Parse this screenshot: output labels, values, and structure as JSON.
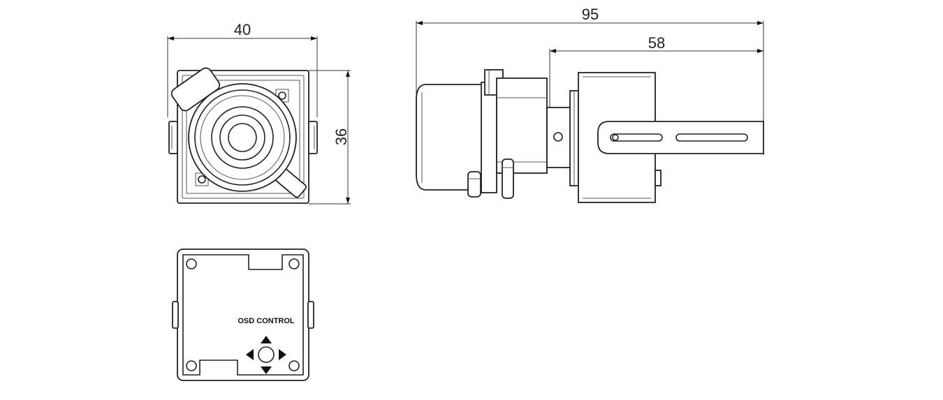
{
  "dimensions": {
    "front_width": "40",
    "front_height": "36",
    "side_total_length": "95",
    "side_body_length": "58"
  },
  "back_view": {
    "osd_label": "OSD CONTROL",
    "joystick_icons": [
      "arrow-up-icon",
      "arrow-down-icon",
      "arrow-left-icon",
      "arrow-right-icon",
      "center-button-icon"
    ]
  },
  "colors": {
    "line": "#222222",
    "background": "#ffffff"
  }
}
